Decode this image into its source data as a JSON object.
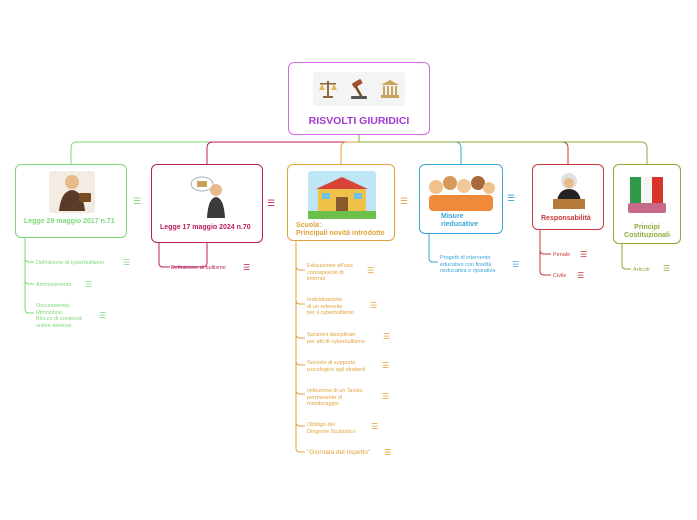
{
  "root": {
    "title": "RISVOLTI GIURIDICI",
    "color": "#a43cd1"
  },
  "branches": [
    {
      "title": "Legge 29 maggio 2017 n.71",
      "color": "#7dd87a",
      "leaves": [
        "Definizione di cyberbullismo",
        "Ammonimento",
        "Oscuramento,\nRimozione,\nBlocco di contenuti\nonline dannosi"
      ]
    },
    {
      "title": "Legge 17 maggio 2024 n.70",
      "color": "#b8205e",
      "leaves": [
        "Definizione di bullismo"
      ]
    },
    {
      "title": "Scuola:\nPrincipali novità introdotte",
      "color": "#e0a33a",
      "leaves": [
        "Educazione all'uso\nconsapevole di\ninternet",
        "Individuazione\ndi un referente\nper il cyberbullismo",
        "Sanzioni disciplinari\nper atti di cyberbullismo",
        "Servizio di supporto\npsicologico agli studenti",
        "Istituzione di un Tavolo\npermanente di\nmonitoraggio",
        "Obbligo del\nDirigente Scolastico",
        "\"Giornata del rispetto\""
      ]
    },
    {
      "title": "Misure\nrieducative",
      "color": "#3ba5d8",
      "leaves": [
        "Progetti di intervento\neducativo con finalità\nrieducativa e riparativa"
      ]
    },
    {
      "title": "Responsabilità",
      "color": "#c73a3a",
      "leaves": [
        "Penale",
        "Civile"
      ]
    },
    {
      "title": "Principi\nCostituzionali",
      "color": "#8aab3a",
      "leaves": [
        "Articoli"
      ]
    }
  ],
  "icons": {
    "menu": "menu-icon",
    "root_images": [
      "scales-icon",
      "gavel-icon",
      "courthouse-icon"
    ]
  }
}
